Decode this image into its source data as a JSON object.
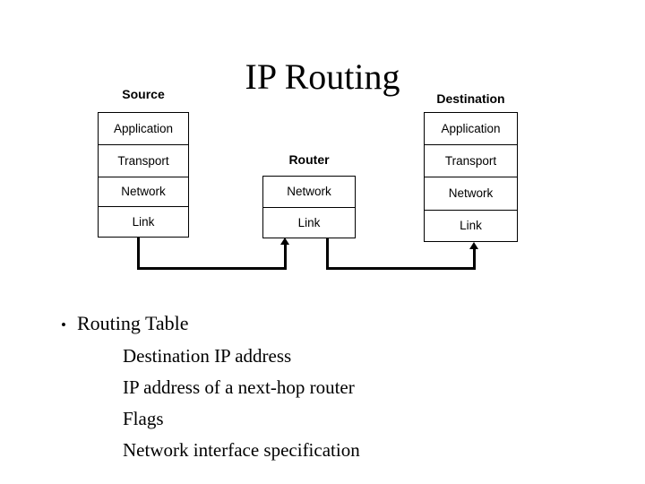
{
  "slide": {
    "title": "IP Routing",
    "bullet_marker": "•"
  },
  "stacks": [
    {
      "id": "source",
      "label": "Source",
      "layers": [
        "Application",
        "Transport",
        "Network",
        "Link"
      ]
    },
    {
      "id": "router",
      "label": "Router",
      "layers": [
        "Network",
        "Link"
      ]
    },
    {
      "id": "destination",
      "label": "Destination",
      "layers": [
        "Application",
        "Transport",
        "Network",
        "Link"
      ]
    }
  ],
  "connectors": [
    {
      "id": "source-to-router",
      "from": "source-link",
      "to": "router-link",
      "arrow": "up"
    },
    {
      "id": "router-to-destination",
      "from": "router-link",
      "to": "destination-link",
      "arrow": "up"
    }
  ],
  "content": {
    "bullet": "Routing Table",
    "sub_items": [
      "Destination IP address",
      "IP address of a next-hop router",
      "Flags",
      "Network interface specification"
    ]
  },
  "colors": {
    "background": "#ffffff",
    "ink": "#000000"
  }
}
